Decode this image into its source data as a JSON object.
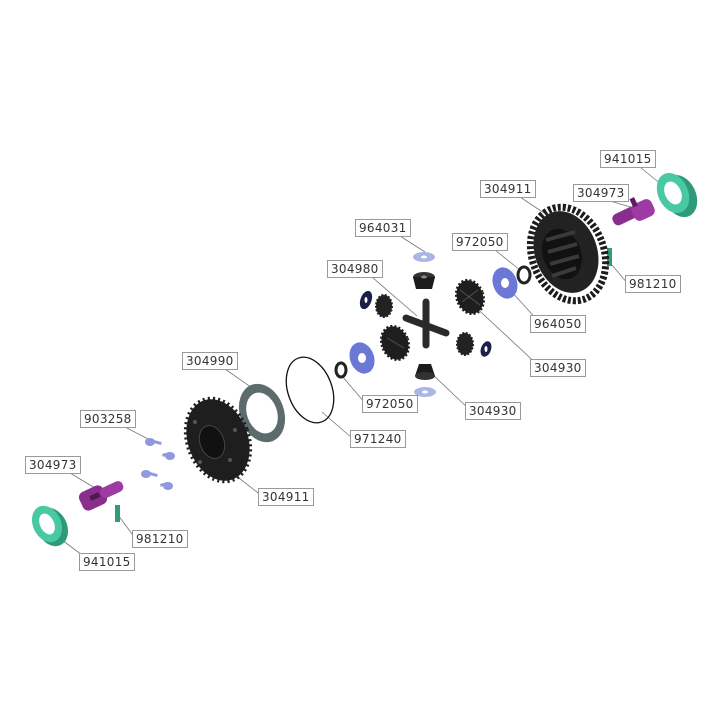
{
  "diagram": {
    "type": "exploded-parts-view",
    "callouts": [
      {
        "id": "c1",
        "part": "941015"
      },
      {
        "id": "c2",
        "part": "304911"
      },
      {
        "id": "c3",
        "part": "304973"
      },
      {
        "id": "c4",
        "part": "964031"
      },
      {
        "id": "c5",
        "part": "972050"
      },
      {
        "id": "c6",
        "part": "981210"
      },
      {
        "id": "c7",
        "part": "304980"
      },
      {
        "id": "c8",
        "part": "964050"
      },
      {
        "id": "c9",
        "part": "304930"
      },
      {
        "id": "c10",
        "part": "304990"
      },
      {
        "id": "c11",
        "part": "972050"
      },
      {
        "id": "c12",
        "part": "304930"
      },
      {
        "id": "c13",
        "part": "971240"
      },
      {
        "id": "c14",
        "part": "903258"
      },
      {
        "id": "c15",
        "part": "304973"
      },
      {
        "id": "c16",
        "part": "304911"
      },
      {
        "id": "c17",
        "part": "981210"
      },
      {
        "id": "c18",
        "part": "941015"
      }
    ],
    "colors": {
      "seal_ring": "#3fbf9a",
      "outdrive": "#8a2e8e",
      "shim_light": "#a9b6e6",
      "shim_blue": "#6b78d6",
      "shim_dark": "#1c1f4a",
      "gear": "#1c1c1c",
      "gasket": "#5c6b6c",
      "screw": "#8f98e0",
      "pin": "#2f9c7c"
    }
  }
}
